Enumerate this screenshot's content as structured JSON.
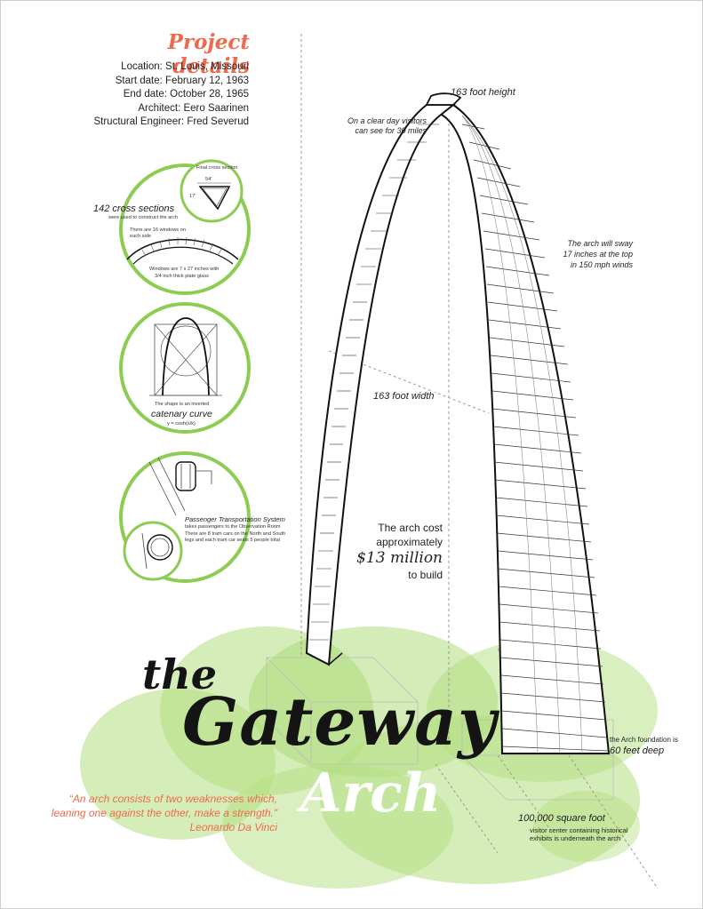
{
  "project_details": {
    "title": "Project details",
    "lines": [
      "Location: St. Louis, Missouri",
      "Start date: February 12, 1963",
      "End date: October 28, 1965",
      "Architect: Eero Saarinen",
      "Structural Engineer: Fred Severud"
    ]
  },
  "circle1": {
    "final_label": "Final cross section",
    "dim_top": "54'",
    "dim_side": "17'",
    "title": "142 cross sections",
    "subtitle": "were used to construct the arch",
    "windows_count": "There are 16 windows on each side",
    "windows_size_1": "Windows are 7 x 27 inches with",
    "windows_size_2": "3/4 inch thick plate glass"
  },
  "circle2": {
    "label": "The shape is an inverted",
    "curve": "catenary curve",
    "formula": "y = cosh(x/k)"
  },
  "circle3": {
    "title": "Passenger Transportation System",
    "line1": "takes passengers to the Observation Room",
    "line2": "There are 8 tram cars on the North and South",
    "line3": "legs and each tram car seats 5 people total"
  },
  "annotations": {
    "height": "163 foot height",
    "visitors_1": "On a clear day visitors",
    "visitors_2": "can see for 30 miles",
    "sway_1": "The arch will sway",
    "sway_2": "17 inches at the top",
    "sway_3": "in 150 mph winds",
    "width": "163 foot width",
    "cost_1": "The arch cost",
    "cost_2": "approximately",
    "cost_big": "$13 million",
    "cost_3": "to build",
    "foundation_1": "the Arch foundation is",
    "foundation_2": "60 feet deep",
    "sqft": "100,000 square foot",
    "visitor_1": "visitor center containing historical",
    "visitor_2": "exhibits is underneath the arch"
  },
  "title": {
    "the": "the",
    "gateway": "Gateway",
    "arch": "Arch"
  },
  "quote": {
    "line1": "“An arch consists of two weaknesses which,",
    "line2": "leaning one against the other, make a strength.”",
    "author": "Leonardo Da Vinci"
  },
  "colors": {
    "accent": "#ef6a4c",
    "green": "#8ccc52",
    "ink": "#141414"
  }
}
